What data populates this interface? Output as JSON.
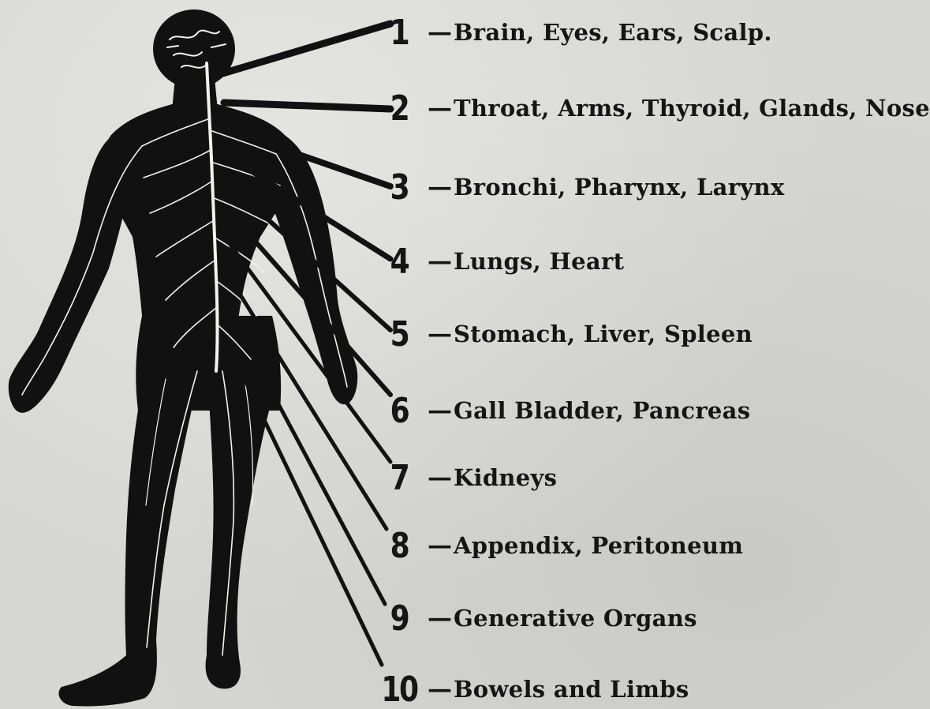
{
  "legend": {
    "separator": "—",
    "items": [
      {
        "number": "1",
        "text": "Brain, Eyes, Ears, Scalp."
      },
      {
        "number": "2",
        "text": "Throat, Arms, Thyroid, Glands, Nose"
      },
      {
        "number": "3",
        "text": "Bronchi, Pharynx, Larynx"
      },
      {
        "number": "4",
        "text": "Lungs, Heart"
      },
      {
        "number": "5",
        "text": "Stomach, Liver, Spleen"
      },
      {
        "number": "6",
        "text": "Gall Bladder, Pancreas"
      },
      {
        "number": "7",
        "text": "Kidneys"
      },
      {
        "number": "8",
        "text": "Appendix, Peritoneum"
      },
      {
        "number": "9",
        "text": "Generative Organs"
      },
      {
        "number": "10",
        "text": "Bowels and Limbs"
      }
    ]
  },
  "colors": {
    "paper": "#d6d6d2",
    "ink": "#111111",
    "nerve": "#f2f2ee"
  }
}
